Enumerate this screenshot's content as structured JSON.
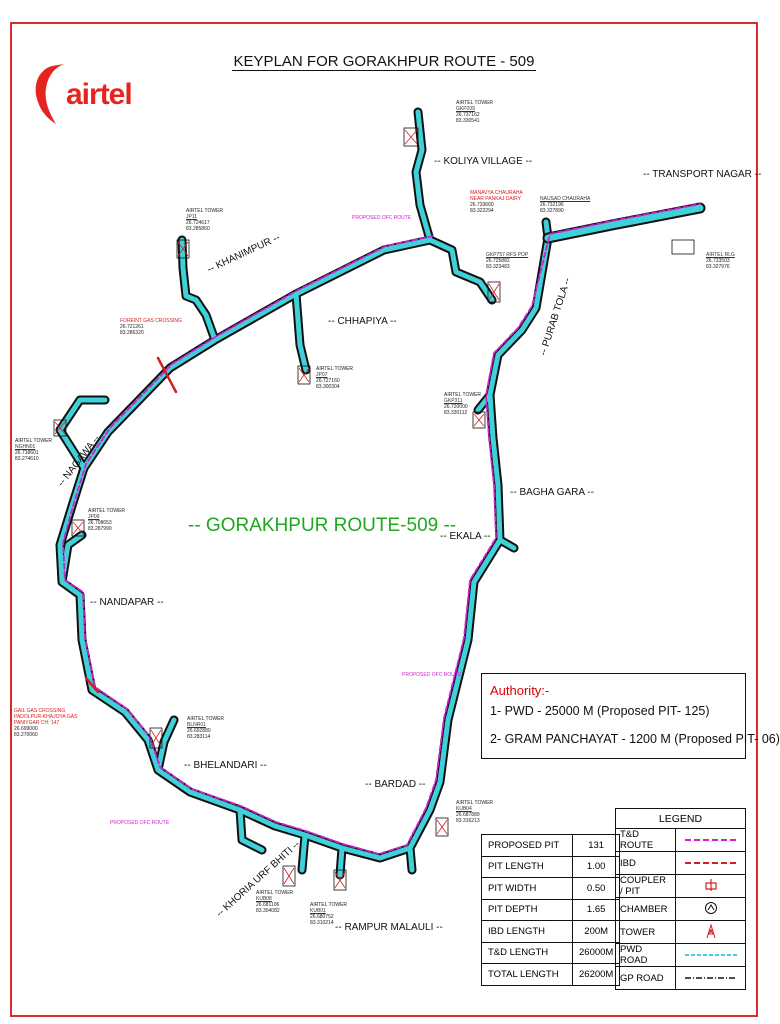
{
  "title": "KEYPLAN FOR GORAKHPUR ROUTE - 509",
  "logo": {
    "text": "airtel"
  },
  "route_label": "-- GORAKHPUR ROUTE-509 --",
  "places": {
    "koliya": "-- KOLIYA VILLAGE --",
    "transport": "-- TRANSPORT NAGAR --",
    "khanimpur": "-- KHANIMPUR --",
    "chhapiya": "-- CHHAPIYA --",
    "purab_tola": "-- PURAB TOLA --",
    "nagawa": "-- NAGAWA --",
    "bagha_gara": "-- BAGHA GARA --",
    "ekala": "-- EKALA --",
    "nandapar": "-- NANDAPAR --",
    "bhelandari": "-- BHELANDARI --",
    "bardad": "-- BARDAD --",
    "khoria": "-- KHORIA URF BHITI --",
    "rampur": "-- RAMPUR MALAULI --"
  },
  "towers": {
    "gkp209": {
      "label": "AIRTEL TOWER",
      "id": "GKP209",
      "lat": "26.737162",
      "lon": "83.330541"
    },
    "jp11": {
      "label": "AIRTEL TOWER",
      "id": "JP11",
      "lat": "26.724617",
      "lon": "83.285860"
    },
    "jp07": {
      "label": "AIRTEL TOWER",
      "id": "JP07",
      "lat": "26.727160",
      "lon": "83.300304"
    },
    "gkp311": {
      "label": "AIRTEL TOWER",
      "id": "GKP311",
      "lat": "26.720000",
      "lon": "83.330112"
    },
    "nghn01": {
      "label": "AIRTEL TOWER",
      "id": "NGHN01",
      "lat": "26.718601",
      "lon": "83.274610"
    },
    "jp09": {
      "label": "AIRTEL TOWER",
      "id": "JP09",
      "lat": "26.708653",
      "lon": "83.287990"
    },
    "blnr01": {
      "label": "AIRTEL TOWER",
      "id": "BLNR01",
      "lat": "26.692880",
      "lon": "83.283114"
    },
    "kub04": {
      "label": "AIRTEL TOWER",
      "id": "KUB04",
      "lat": "26.687889",
      "lon": "83.316213"
    },
    "kub08": {
      "label": "AIRTEL TOWER",
      "id": "KUB08",
      "lat": "26.681106",
      "lon": "83.304082"
    },
    "kub01": {
      "label": "AIRTEL TOWER",
      "id": "KUB01",
      "lat": "26.680752",
      "lon": "83.310214"
    }
  },
  "notes": {
    "gkp757": {
      "label": "GKP757 RFS POP",
      "lat": "26.725882",
      "lon": "83.323483"
    },
    "rlg": {
      "label": "AIRTEL RLG",
      "lat": "26.733503",
      "lon": "83.327976"
    },
    "nausad": {
      "label": "NAUSAD CHAURAHA",
      "lat": "26.732196",
      "lon": "83.327890"
    },
    "manavya": {
      "label": "MANAVYA CHAURAHA NEAR PANKAJ DAIRY",
      "lat": "26.733660",
      "lon": "83.322294"
    },
    "foreint": {
      "label": "FOREINT GAS CROSSING",
      "lat": "26.721261",
      "lon": "83.286320"
    },
    "gail": {
      "label": "GAIL GAS CROSSING PADOLPUR-KHAJOYA GAS PANIYGAR CH: 147",
      "lat": "26.699000",
      "lon": "83.270060"
    },
    "proposed": "PROPOSED OFC ROUTE"
  },
  "authority": {
    "title": "Authority:-",
    "items": [
      "1- PWD - 25000 M (Proposed PIT- 125)",
      "2- GRAM PANCHAYAT - 1200 M (Proposed PIT- 06)"
    ]
  },
  "stats": [
    {
      "label": "PROPOSED PIT",
      "value": "131"
    },
    {
      "label": "PIT LENGTH",
      "value": "1.00"
    },
    {
      "label": "PIT WIDTH",
      "value": "0.50"
    },
    {
      "label": "PIT DEPTH",
      "value": "1.65"
    },
    {
      "label": "IBD LENGTH",
      "value": "200M"
    },
    {
      "label": "T&D LENGTH",
      "value": "26000M"
    },
    {
      "label": "TOTAL LENGTH",
      "value": "26200M"
    }
  ],
  "legend": {
    "title": "LEGEND",
    "items": [
      "T&D ROUTE",
      "IBD",
      "COUPLER / PIT",
      "CHAMBER",
      "TOWER",
      "PWD ROAD",
      "GP ROAD"
    ]
  },
  "colors": {
    "route": "#d21fd2",
    "ibd": "#d21f1f",
    "road_fill": "#3fd0d8",
    "central_label": "#1fa81f",
    "frame": "#d92b2b",
    "authority_title": "#e00000"
  }
}
